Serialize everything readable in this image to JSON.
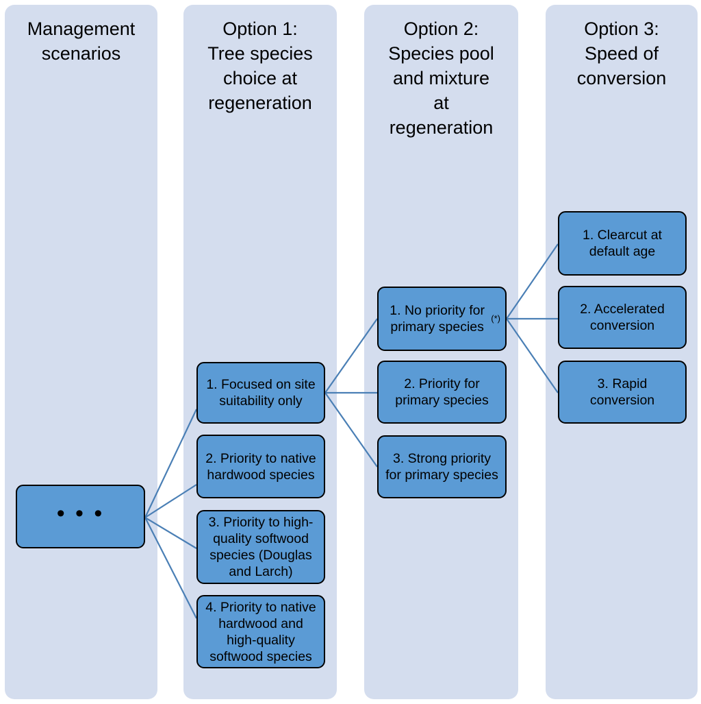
{
  "diagram": {
    "title_columns": [
      {
        "id": "col-management-scenarios",
        "label": "Management\nscenarios"
      },
      {
        "id": "col-option-1",
        "label": "Option 1:\nTree species\nchoice at\nregeneration"
      },
      {
        "id": "col-option-2",
        "label": "Option 2:\nSpecies pool\nand mixture\nat\nregeneration"
      },
      {
        "id": "col-option-3",
        "label": "Option 3:\nSpeed of\nconversion"
      }
    ],
    "root": {
      "label": "• • •",
      "name": "root-node-ellipsis"
    },
    "option1_nodes": [
      {
        "label": "1. Focused on site suitability only"
      },
      {
        "label": "2. Priority to native hardwood species"
      },
      {
        "label": "3. Priority to high-quality softwood species (Douglas and Larch)"
      },
      {
        "label": "4. Priority to native hardwood and high-quality softwood species"
      }
    ],
    "option2_nodes": [
      {
        "label": "1. No priority for primary species",
        "superscript": "(*)"
      },
      {
        "label": "2. Priority for primary species",
        "superscript": ""
      },
      {
        "label": "3. Strong priority for primary species",
        "superscript": ""
      }
    ],
    "option3_nodes": [
      {
        "label": "1. Clearcut at default age"
      },
      {
        "label": "2. Accelerated conversion"
      },
      {
        "label": "3. Rapid conversion"
      }
    ],
    "colors": {
      "band": "#d4ddee",
      "node_fill": "#5b9bd5",
      "node_border": "#000000",
      "connector": "#4a7fb5",
      "page_background": "#ffffff"
    }
  }
}
